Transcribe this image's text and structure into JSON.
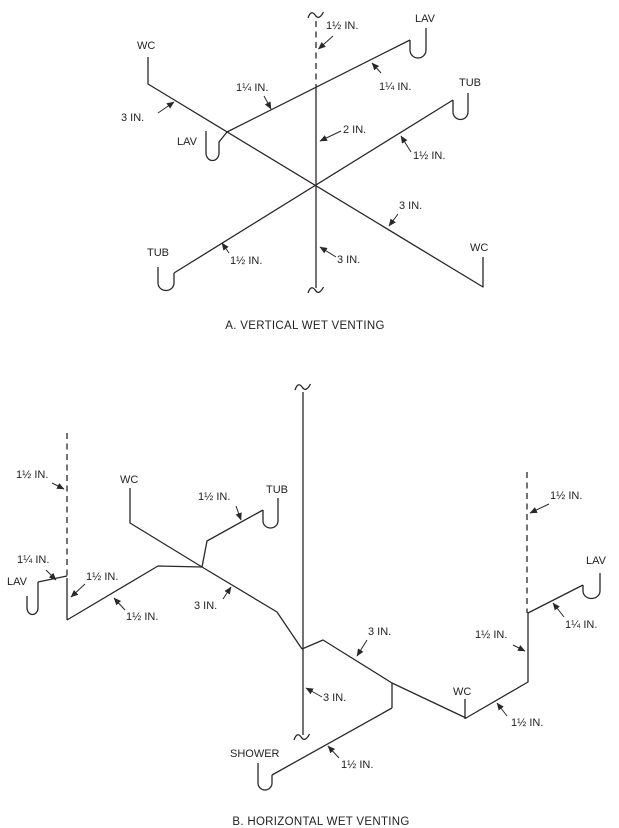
{
  "colors": {
    "background": "#ffffff",
    "line": "#2b2729",
    "text": "#231f20"
  },
  "diagram_a": {
    "caption": "A. VERTICAL WET VENTING",
    "labels": {
      "vent_size": "1½ IN.",
      "lav_top_right": "LAV",
      "wc_top_left": "WC",
      "wc_drain_size": "3 IN.",
      "vent_branch_size_left": "1¼ IN.",
      "vent_branch_size_right": "1¼ IN.",
      "tub_mid_right": "TUB",
      "lav_mid_left": "LAV",
      "stack_upper_size": "2 IN.",
      "tub_drain_right_size": "1½ IN.",
      "wc_drain_right_size": "3 IN.",
      "wc_bottom_right": "WC",
      "tub_bottom_left": "TUB",
      "tub_drain_left_size": "1½ IN.",
      "stack_lower_size": "3 IN."
    }
  },
  "diagram_b": {
    "caption": "B. HORIZONTAL WET VENTING",
    "labels": {
      "vent_left_size": "1½ IN.",
      "lav_left": "LAV",
      "lav_left_branch_size": "1¼ IN.",
      "riser_left_size": "1½ IN.",
      "drain_left_size": "1½ IN.",
      "wc_left": "WC",
      "tub": "TUB",
      "tub_branch_size": "1½ IN.",
      "branch_left_size": "3 IN.",
      "branch_right_size": "3 IN.",
      "stack_size": "3 IN.",
      "shower": "SHOWER",
      "shower_branch_size": "1½ IN.",
      "wc_right": "WC",
      "wc_right_branch_size": "1½ IN.",
      "riser_right_size": "1½ IN.",
      "lav_right_branch_size": "1¼ IN.",
      "vent_right_size": "1½ IN.",
      "lav_right": "LAV"
    }
  }
}
